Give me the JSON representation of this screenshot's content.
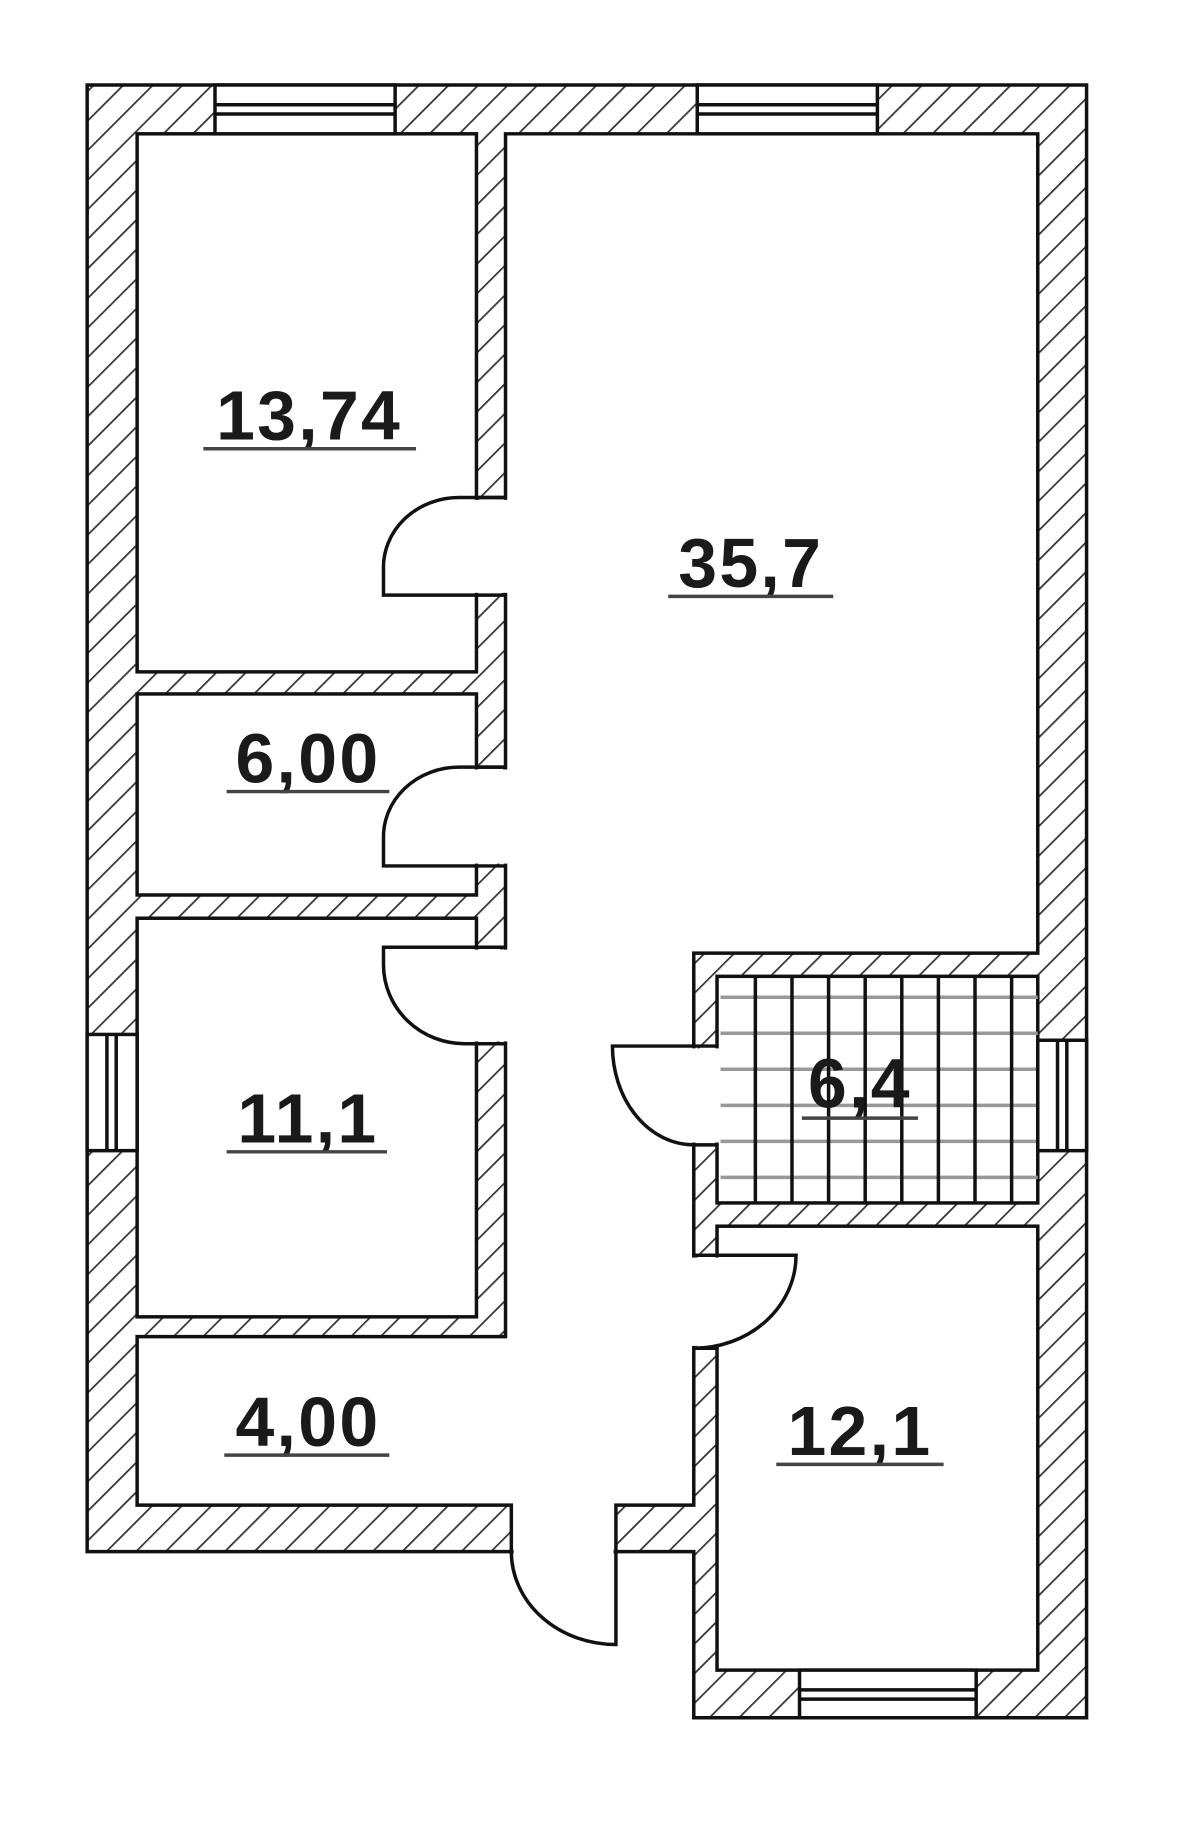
{
  "plan": {
    "rooms": [
      {
        "name": "room-top-left",
        "area": "13,74"
      },
      {
        "name": "living-hall",
        "area": "35,7"
      },
      {
        "name": "room-small",
        "area": "6,00"
      },
      {
        "name": "room-middle-left",
        "area": "11,1"
      },
      {
        "name": "corridor-bottom-left",
        "area": "4,00"
      },
      {
        "name": "staircase",
        "area": "6,4"
      },
      {
        "name": "room-bottom-right",
        "area": "12,1"
      }
    ],
    "colors": {
      "line": "#111111",
      "background": "#ffffff"
    }
  }
}
